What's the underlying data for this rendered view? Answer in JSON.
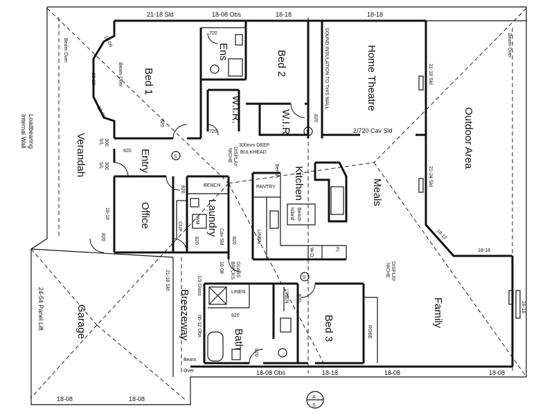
{
  "rooms": {
    "bed1": "Bed 1",
    "ens": "Ens",
    "bed2": "Bed 2",
    "home_theatre": "Home Theatre",
    "wir1": "W.I.R.",
    "wir2": "W.I.R",
    "verandah": "Verandah",
    "entry": "Entry",
    "office": "Office",
    "laundry": "Laundry",
    "kitchen": "Kitchen",
    "meals": "Meals",
    "outdoor_area": "Outdoor Area",
    "breezeway": "Breezeway",
    "garage": "Garage",
    "bath": "Bath",
    "bed3": "Bed 3",
    "family": "Family"
  },
  "labels": {
    "loadbearing_1": "Loadbearing",
    "loadbearing_2": "Internal Wall",
    "sound_insulation": "SOUND INSULATION TO THIS WALL",
    "display_niche_1_a": "DISPLAY",
    "display_niche_1_b": "NICHE",
    "bulkhead_1": "300mm DEEP",
    "bulkhead_2": "BULKHEAD",
    "display_niche_2_a": "DISPLAY",
    "display_niche_2_b": "NICHE",
    "bench_laundry": "BENCH",
    "bench_kitchen": "Bench",
    "pantry": "PANTRY",
    "linen_kitchen": "LINEN",
    "island_1": "Island",
    "island_2": "Bench",
    "wo": "W.O.",
    "fr": "Fr.",
    "cup": "CUP",
    "wm": "WM",
    "glass_bricks_1": "GLASS",
    "glass_bricks_2": "BRICKS",
    "linen_bath": "LINEN",
    "linen_bed3": "LINEN",
    "robe": "ROBE",
    "beam_over_left": "Beam Over",
    "beam_over_bed1": "Beam Over",
    "beam_over_right": "Beam Over",
    "beam_over_bottom_1": "Beam",
    "beam_over_bottom_2": "Over",
    "third_glass": "1/3 Glass",
    "cav_sld": "Cav Sld",
    "garage_door": "24-54 Panel Lift"
  },
  "dimensions": {
    "top_1": "21-18 Sld",
    "top_2": "18-08 Obs",
    "top_3": "18-18",
    "top_4": "18-18",
    "door_720_ens": "720",
    "door_720_wir": "720",
    "door_820_bed1": "820",
    "door_820_bed2": "820",
    "door_820_entry": "820",
    "door_820_office": "820",
    "door_820_office_low": "820",
    "door_820_laundry": "820",
    "door_820_lau_right": "820",
    "door_820_bath": "820",
    "door_820_bath_low": "820",
    "door_820_bed3": "820",
    "bay_top": "18-06",
    "bay_mid": "18-18",
    "bay_bot": "18-06",
    "sl_300_a": "300",
    "sl_300_b": "S/L",
    "sl_300_c": "300",
    "sl_300_d": "S/L",
    "office_win": "18-18",
    "theatre_sld": "2/720 Cav Sld",
    "bed2_right": "21-18 Sld",
    "outdoor_sld": "21-24 Sld",
    "outdoor_18_12": "18-12",
    "outdoor_18_18": "18-18",
    "family_right": "18-18",
    "breeze_1": "21-18 Sld",
    "breeze_2": "06-12 Obs",
    "glass_18_08": "18-08",
    "bottom_1": "18-08 Obs",
    "bottom_2": "18-18",
    "bottom_3": "18-08",
    "bottom_4": "18-08",
    "garage_b1": "18-08",
    "garage_b2": "18-08"
  },
  "symbols": {
    "smoke": "S",
    "compass": "A"
  }
}
